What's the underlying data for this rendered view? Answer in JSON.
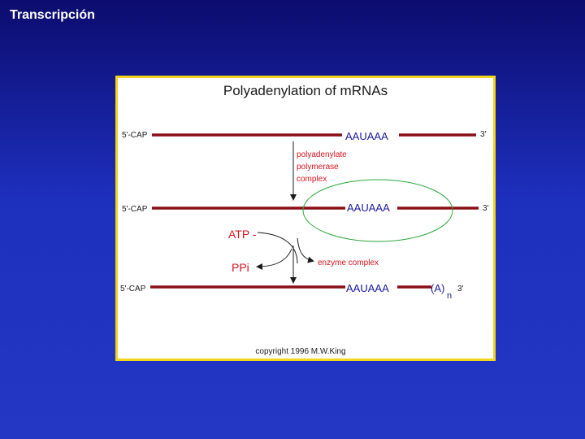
{
  "slide": {
    "title": "Transcripción"
  },
  "figure": {
    "title": "Polyadenylation of mRNAs",
    "rows": [
      {
        "cap": "5'-CAP",
        "signal": "AAUAAA",
        "end": "3'"
      },
      {
        "cap": "5'-CAP",
        "signal": "AAUAAA",
        "end": "3'"
      },
      {
        "cap": "5'-CAP",
        "signal": "AAUAAA",
        "tail": "(A)",
        "tail_sub": "n",
        "end": "3'"
      }
    ],
    "enzyme_label": [
      "polyadenylate",
      "polymerase",
      "complex"
    ],
    "atp_label": "ATP -",
    "ppi_label": "PPi",
    "enzyme_complex_label": "enzyme complex",
    "copyright": "copyright 1996 M.W.King"
  },
  "colors": {
    "strand": "#8a0f16",
    "label_blue": "#1a1aa0",
    "label_red": "#d8121c",
    "enzyme_circle": "#2aa83a",
    "frame_border": "#f2d51d"
  }
}
